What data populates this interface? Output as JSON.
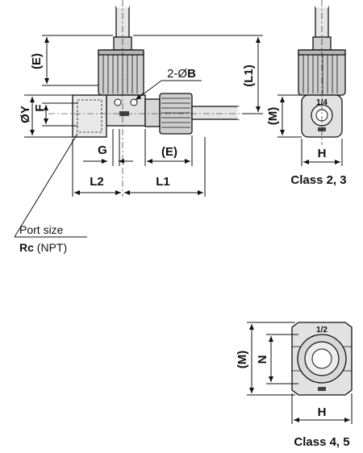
{
  "labels": {
    "E_top": "(E)",
    "L1_vertical": "(L1)",
    "Y": "ØY",
    "F": "F",
    "two_B_prefix": "2-Ø",
    "two_B_bold": "B",
    "M_side": "(M)",
    "port_marking_small": "1/4",
    "G": "G",
    "E_bottom": "(E)",
    "H_side": "H",
    "L2": "L2",
    "L1": "L1",
    "class_23": "Class 2, 3",
    "port_size": "Port size",
    "rc": "Rc",
    "npt": " (NPT)",
    "M_large": "(M)",
    "N": "N",
    "port_marking_large": "1/2",
    "H_large": "H",
    "class_45": "Class 4, 5"
  },
  "colors": {
    "line": "#111111",
    "body_fill": "#dcdcdc",
    "dark_fill": "#444444"
  }
}
